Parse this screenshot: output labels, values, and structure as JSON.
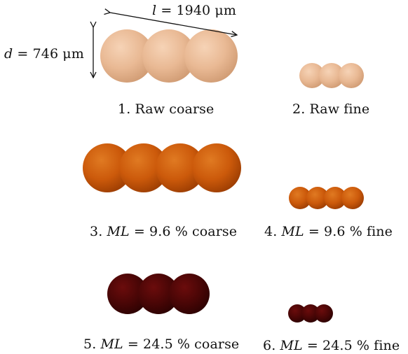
{
  "dimensions": {
    "length": {
      "symbol": "l",
      "text": " = 1940 μm"
    },
    "diameter": {
      "symbol": "d",
      "text": " = 746 μm"
    }
  },
  "colors": {
    "raw": "#e9b994",
    "ml_9_6": "#cc5a0b",
    "ml_24_5": "#4a0606",
    "arrow": "#111111"
  },
  "samples": [
    {
      "number": "1.",
      "prefix": "",
      "symbol": "",
      "rest": "Raw coarse",
      "color_key": "raw",
      "spheres": 3
    },
    {
      "number": "2.",
      "prefix": "",
      "symbol": "",
      "rest": "Raw fine",
      "color_key": "raw",
      "spheres": 3
    },
    {
      "number": "3.",
      "prefix": " ",
      "symbol": "ML",
      "rest": " = 9.6 % coarse",
      "color_key": "ml_9_6",
      "spheres": 4
    },
    {
      "number": "4.",
      "prefix": " ",
      "symbol": "ML",
      "rest": " = 9.6 % fine",
      "color_key": "ml_9_6",
      "spheres": 4
    },
    {
      "number": "5.",
      "prefix": " ",
      "symbol": "ML",
      "rest": " = 24.5 % coarse",
      "color_key": "ml_24_5",
      "spheres": 3
    },
    {
      "number": "6.",
      "prefix": " ",
      "symbol": "ML",
      "rest": " = 24.5 % fine",
      "color_key": "ml_24_5",
      "spheres": 3
    }
  ]
}
